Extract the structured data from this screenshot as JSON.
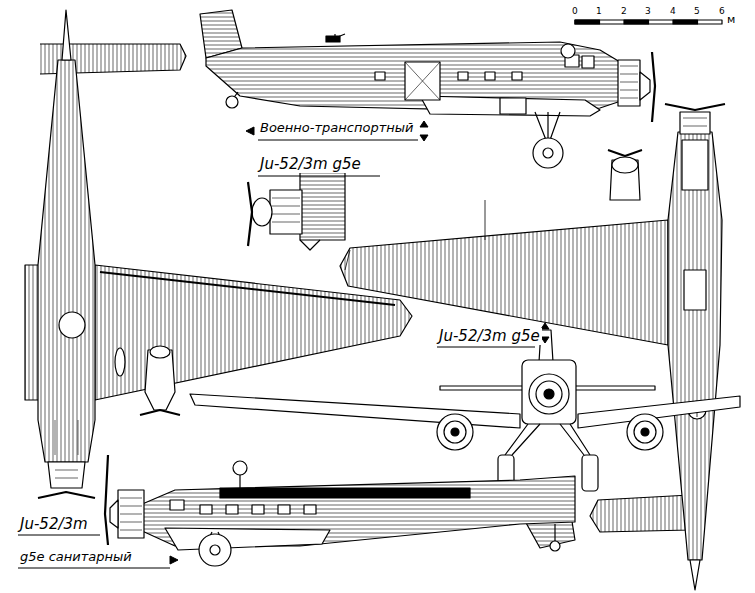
{
  "diagram": {
    "labels": [
      "Военно-транспортный",
      "Ju-52/3m g5e",
      "Ju-52/3m g5e",
      "Ju-52/3m",
      "g5e санитарный",
      "0",
      "1",
      "2",
      "3",
      "4",
      "5",
      "6",
      "м"
    ]
  }
}
